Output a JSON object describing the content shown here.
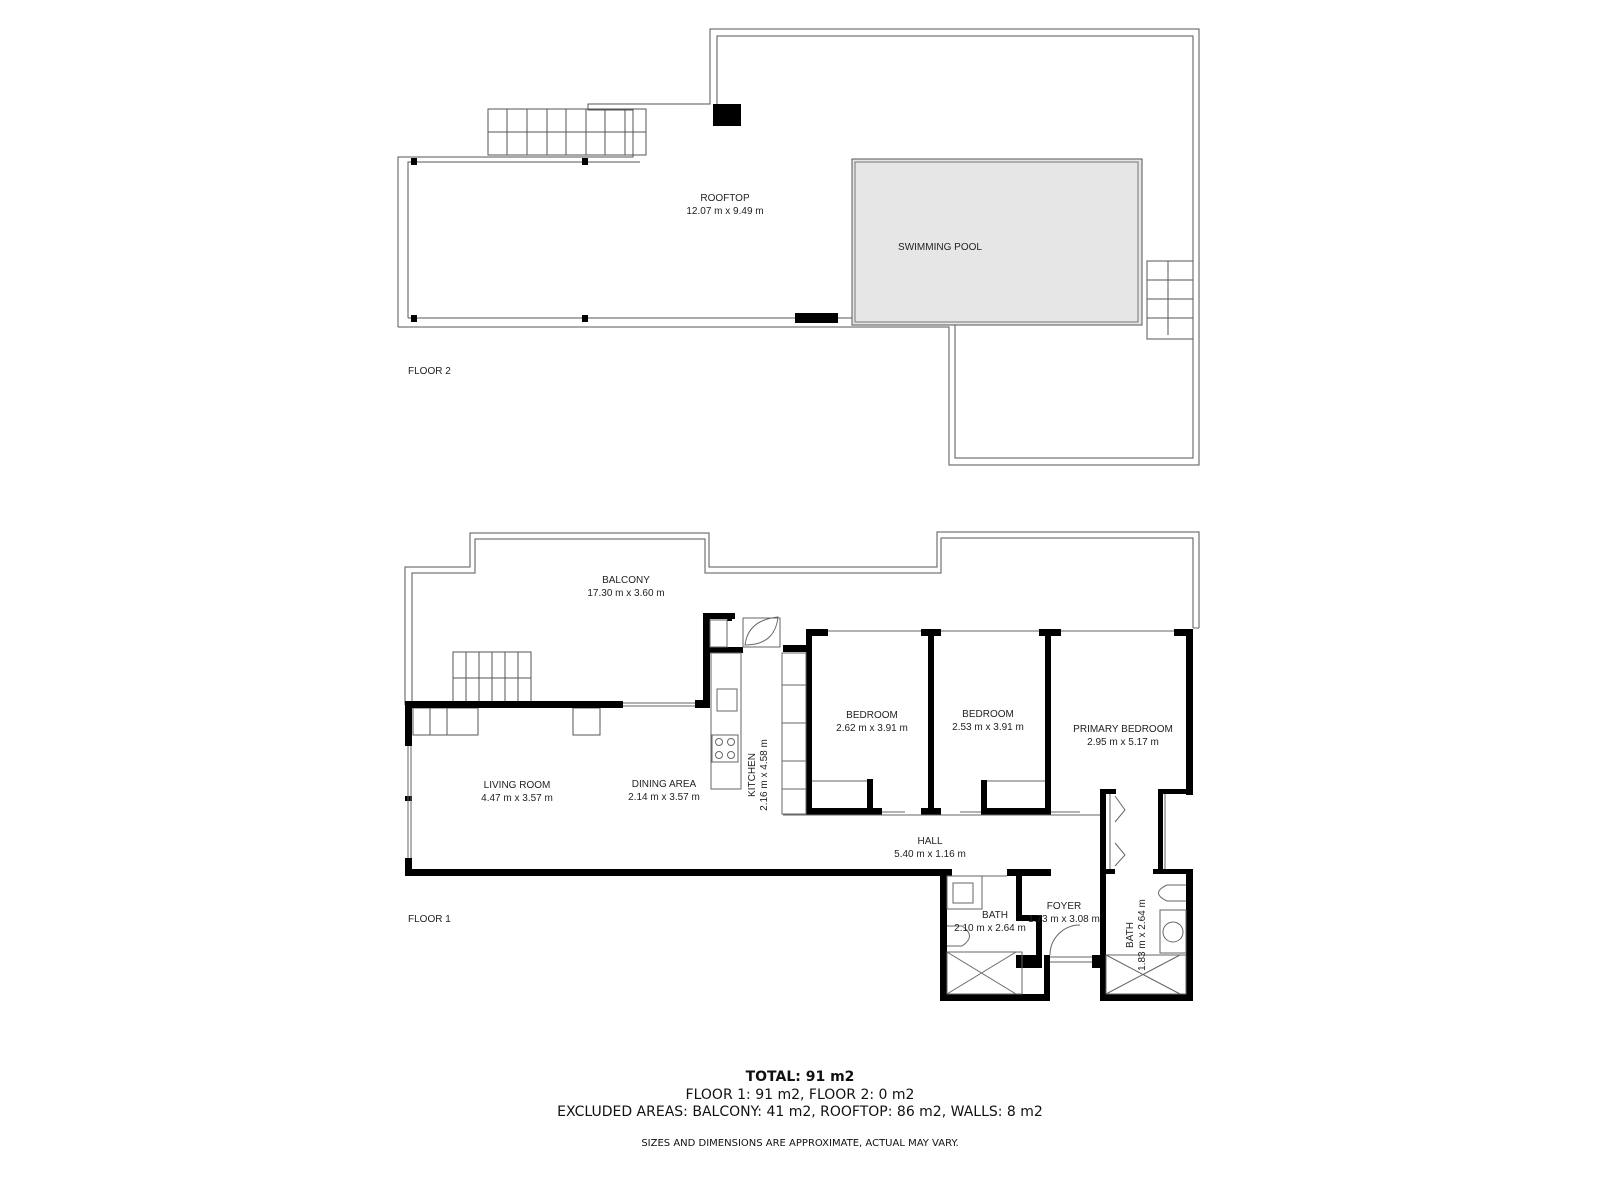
{
  "floors": [
    {
      "label": "FLOOR 2",
      "rooms": [
        {
          "name": "ROOFTOP",
          "dims": "12.07 m x 9.49 m"
        },
        {
          "name": "SWIMMING POOL",
          "dims": ""
        }
      ]
    },
    {
      "label": "FLOOR 1",
      "rooms": [
        {
          "name": "BALCONY",
          "dims": "17.30 m x 3.60 m"
        },
        {
          "name": "LIVING ROOM",
          "dims": "4.47 m x 3.57 m"
        },
        {
          "name": "DINING AREA",
          "dims": "2.14 m x 3.57 m"
        },
        {
          "name": "KITCHEN",
          "dims": "2.16 m x 4.58 m"
        },
        {
          "name": "BEDROOM",
          "dims": "2.62 m x 3.91 m"
        },
        {
          "name": "BEDROOM",
          "dims": "2.53 m x 3.91 m"
        },
        {
          "name": "PRIMARY BEDROOM",
          "dims": "2.95 m x 5.17 m"
        },
        {
          "name": "HALL",
          "dims": "5.40 m x 1.16 m"
        },
        {
          "name": "BATH",
          "dims": "2.10 m x 2.64 m"
        },
        {
          "name": "FOYER",
          "dims": "1.73 m x 3.08 m"
        },
        {
          "name": "BATH",
          "dims": "1.83 m x 2.64 m"
        }
      ]
    }
  ],
  "summary": {
    "total": "TOTAL: 91 m2",
    "floors": "FLOOR 1: 91 m2, FLOOR 2: 0 m2",
    "excluded": "EXCLUDED AREAS: BALCONY: 41 m2, ROOFTOP: 86 m2, WALLS: 8 m2",
    "disclaimer": "SIZES AND DIMENSIONS ARE APPROXIMATE, ACTUAL MAY VARY."
  },
  "colors": {
    "wall": "#000000",
    "outline": "#555555",
    "pool": "#e6e6e6"
  }
}
